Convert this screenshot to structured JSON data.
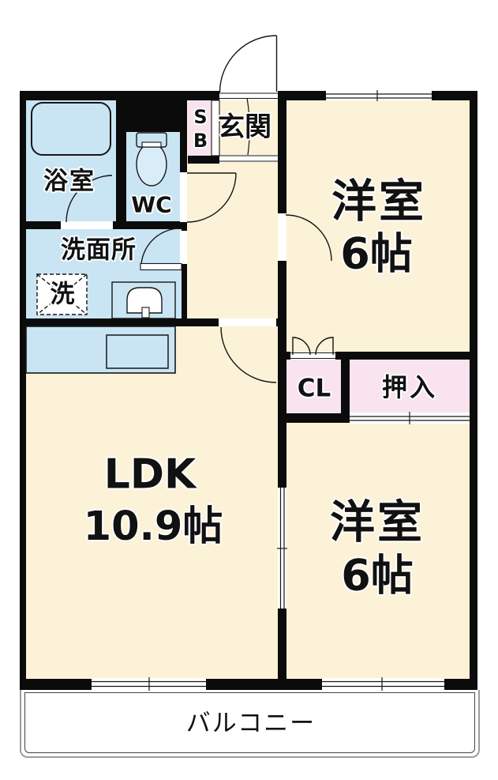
{
  "floorplan": {
    "rooms": {
      "bathroom": {
        "label": "浴室"
      },
      "toilet": {
        "label": "WC"
      },
      "washroom": {
        "label": "洗面所"
      },
      "washer": {
        "label": "洗"
      },
      "shoebox": {
        "label": "S\nB"
      },
      "entrance": {
        "label": "玄関"
      },
      "bedroom_top": {
        "label": "洋室",
        "size": "6帖"
      },
      "closet": {
        "label": "CL"
      },
      "oshiire": {
        "label": "押入"
      },
      "ldk": {
        "label": "LDK",
        "size": "10.9帖"
      },
      "bedroom_bottom": {
        "label": "洋室",
        "size": "6帖"
      },
      "balcony": {
        "label": "バルコニー"
      }
    },
    "colors": {
      "floor": "#fbf2d8",
      "wet_area": "#c9e5f4",
      "closet_area": "#f8e3ee",
      "wall": "#0b0b0b",
      "balcony_border": "#9c9c9c"
    }
  }
}
